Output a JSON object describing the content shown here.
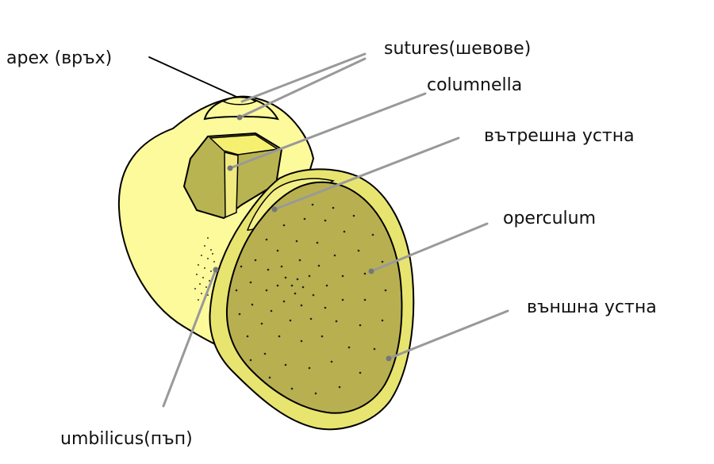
{
  "labels": {
    "apex": "apex (връх)",
    "sutures": "sutures(шевове)",
    "columnella": "columnella",
    "inner_lip": "вътрешна устна",
    "operculum": "operculum",
    "outer_lip": "външна устна",
    "umbilicus": "umbilicus(пъп)"
  },
  "colors": {
    "shell": "#fdfa9c",
    "shell_shadow": "#f0ea70",
    "lip": "#e8e470",
    "operculum": "#b8b050",
    "aperture_inner": "#b9b452",
    "outline": "#000000",
    "leader": "#888888"
  }
}
